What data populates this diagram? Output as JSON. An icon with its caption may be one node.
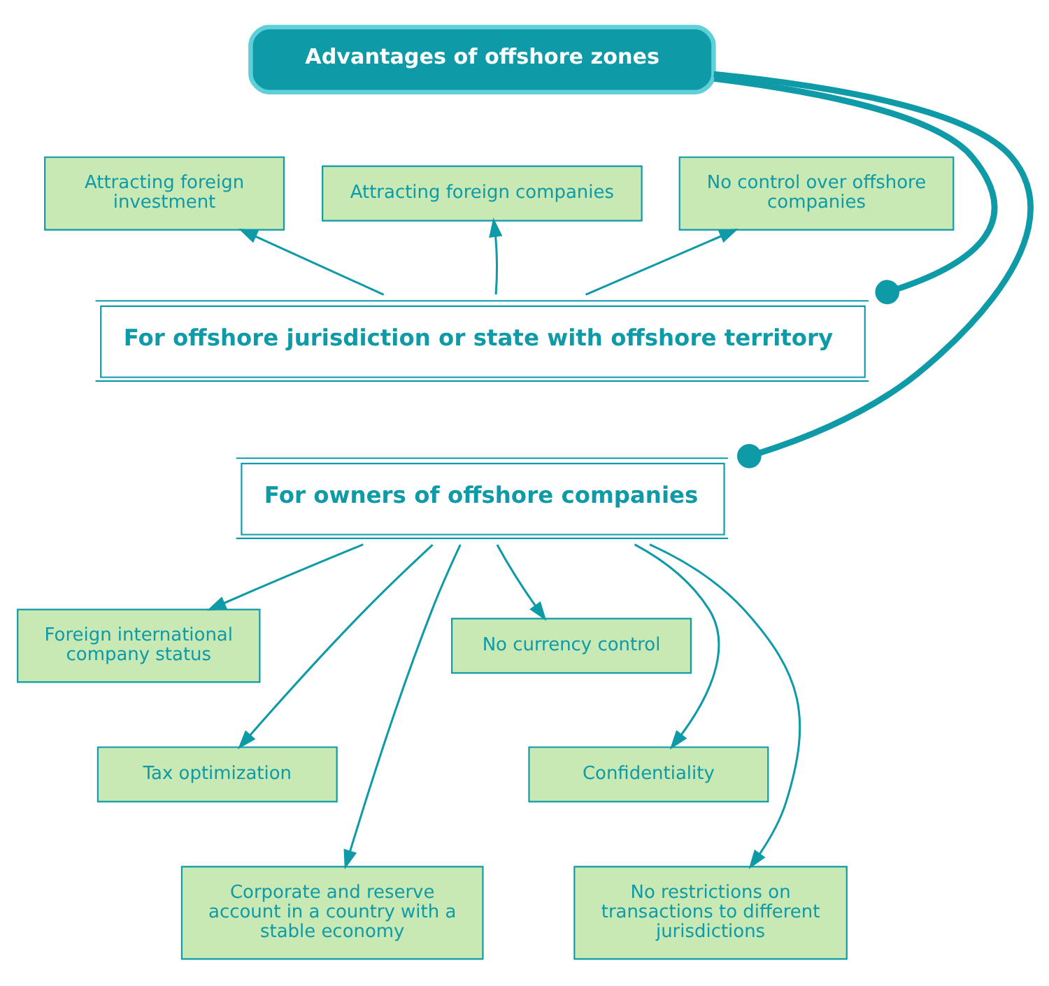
{
  "diagram": {
    "nodes": [
      {
        "text": [
          "Advantages of offshore zones"
        ]
      },
      {
        "text": [
          "Attracting foreign investment"
        ]
      },
      {
        "text": [
          "Attracting foreign companies"
        ]
      },
      {
        "text": [
          "No control over offshore companies"
        ]
      },
      {
        "text": [
          "For offshore jurisdiction or state with offshore territory"
        ]
      },
      {
        "text": [
          "For owners of offshore companies"
        ]
      },
      {
        "text": [
          "Foreign international company status"
        ]
      },
      {
        "text": [
          "Tax optimization"
        ]
      },
      {
        "text": [
          "Corporate and reserve account in a country with a stable economy"
        ]
      },
      {
        "text": [
          "No currency control"
        ]
      },
      {
        "text": [
          "Confidentiality"
        ]
      },
      {
        "text": [
          "No restrictions on transactions to different jurisdictions"
        ]
      }
    ],
    "edges": [
      {
        "from": 0,
        "to": 4,
        "arrow": "other",
        "style": "thick"
      },
      {
        "from": 0,
        "to": 5,
        "arrow": "other",
        "style": "thick"
      },
      {
        "from": 4,
        "to": 1,
        "arrow": "to"
      },
      {
        "from": 4,
        "to": 2,
        "arrow": "to"
      },
      {
        "from": 4,
        "to": 3,
        "arrow": "to"
      },
      {
        "from": 5,
        "to": 6,
        "arrow": "to"
      },
      {
        "from": 5,
        "to": 7,
        "arrow": "to"
      },
      {
        "from": 5,
        "to": 8,
        "arrow": "to"
      },
      {
        "from": 5,
        "to": 9,
        "arrow": "to"
      },
      {
        "from": 5,
        "to": 10,
        "arrow": "to"
      },
      {
        "from": 5,
        "to": 11,
        "arrow": "to"
      }
    ]
  }
}
